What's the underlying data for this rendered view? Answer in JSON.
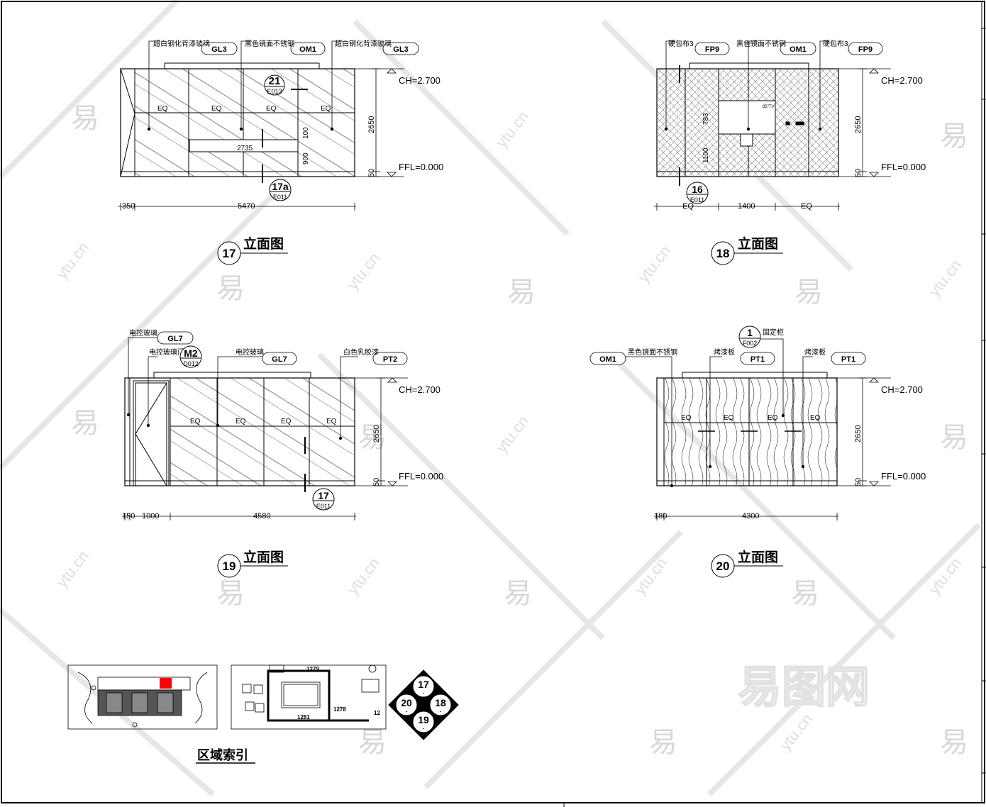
{
  "watermark": {
    "glyph": "易",
    "domain": "ytu.cn",
    "brand": "易图网"
  },
  "elevations": [
    {
      "key": "e17",
      "number": "17",
      "title": "立面图",
      "ch": "CH=2.700",
      "ffl": "FFL=0.000",
      "vdims": [
        "2650",
        "50"
      ],
      "callouts": [
        {
          "text": "超白钢化背漆玻璃",
          "tag": "GL3"
        },
        {
          "text": "黑色镜面不锈钢",
          "tag": "OM1"
        },
        {
          "text": "超白钢化背漆玻璃",
          "tag": "GL3"
        }
      ],
      "eq": [
        "EQ",
        "EQ",
        "EQ",
        "EQ"
      ],
      "bottom_dims": [
        "350",
        "5470"
      ],
      "inner_dims": [
        "2735",
        "100",
        "900"
      ],
      "refs": [
        {
          "num": "21",
          "sheet": "E013"
        },
        {
          "num": "17a",
          "sheet": "E011"
        }
      ]
    },
    {
      "key": "e18",
      "number": "18",
      "title": "立面图",
      "ch": "CH=2.700",
      "ffl": "FFL=0.000",
      "vdims": [
        "2650",
        "50"
      ],
      "callouts": [
        {
          "text": "硬包布3",
          "tag": "FP9"
        },
        {
          "text": "黑色镜面不锈钢",
          "tag": "OM1"
        },
        {
          "text": "硬包布3",
          "tag": "FP9"
        }
      ],
      "bottom_dims": [
        "EQ",
        "1400",
        "EQ"
      ],
      "inner_dims": [
        "783",
        "1100"
      ],
      "tv_label": "85\"TV",
      "refs": [
        {
          "num": "16",
          "sheet": "E011"
        }
      ]
    },
    {
      "key": "e19",
      "number": "19",
      "title": "立面图",
      "ch": "CH=2.700",
      "ffl": "FFL=0.000",
      "vdims": [
        "2650",
        "50"
      ],
      "callouts": [
        {
          "text": "电控玻璃",
          "tag": "GL7"
        },
        {
          "text": "电控玻璃门",
          "tag": ""
        },
        {
          "text": "电控玻璃",
          "tag": "GL7"
        },
        {
          "text": "白色乳胶漆",
          "tag": "PT2"
        }
      ],
      "eq": [
        "EQ",
        "EQ",
        "EQ",
        "EQ"
      ],
      "bottom_dims": [
        "150",
        "1000",
        "4580"
      ],
      "refs": [
        {
          "num": "M2",
          "sheet": "D012"
        },
        {
          "num": "17",
          "sheet": "E011"
        }
      ]
    },
    {
      "key": "e20",
      "number": "20",
      "title": "立面图",
      "ch": "CH=2.700",
      "ffl": "FFL=0.000",
      "vdims": [
        "2650",
        "50"
      ],
      "callouts": [
        {
          "text": "黑色镜面不锈钢",
          "tag": "OM1"
        },
        {
          "text": "烤漆板",
          "tag": "PT1"
        },
        {
          "text": "烤漆板",
          "tag": "PT1"
        },
        {
          "text": "固定柜",
          "tag": ""
        }
      ],
      "eq": [
        "EQ",
        "EQ",
        "EQ",
        "EQ"
      ],
      "bottom_dims": [
        "180",
        "4300"
      ],
      "refs": [
        {
          "num": "1",
          "sheet": "F002"
        }
      ]
    }
  ],
  "area_index": {
    "title": "区域索引",
    "room_dims": [
      "1279",
      "1278",
      "1281",
      "12"
    ],
    "compass": [
      "17",
      "18",
      "19",
      "20"
    ],
    "compass_dash": "-"
  }
}
